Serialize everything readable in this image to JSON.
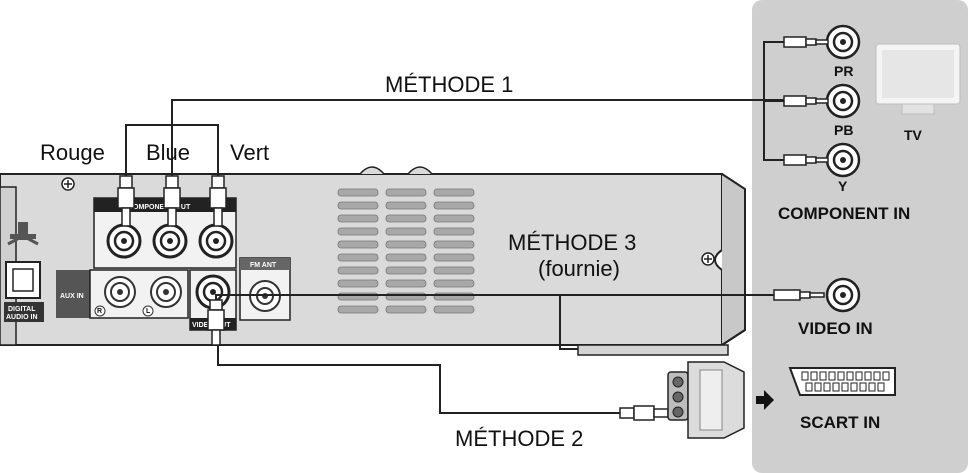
{
  "methods": {
    "m1": "MÉTHODE 1",
    "m2": "MÉTHODE 2",
    "m3_line1": "MÉTHODE 3",
    "m3_line2": "(fournie)"
  },
  "cable_colors": {
    "rouge": "Rouge",
    "blue": "Blue",
    "vert": "Vert"
  },
  "tv_panel": {
    "tv_label": "TV",
    "pr": "PR",
    "pb": "PB",
    "y": "Y",
    "component_in": "COMPONENT IN",
    "video_in": "VIDEO IN",
    "scart_in": "SCART IN"
  },
  "player": {
    "component_out": "COMPONENT OUT",
    "aux_in": "AUX IN",
    "fm_ant": "FM ANT",
    "video_out": "VIDEO OUT",
    "digital_line1": "DIGITAL",
    "digital_line2": "AUDIO IN",
    "r": "R",
    "l": "L"
  },
  "colors": {
    "panel": "#cfcfcf",
    "body": "#dadada",
    "dark": "#2a2a2a"
  }
}
